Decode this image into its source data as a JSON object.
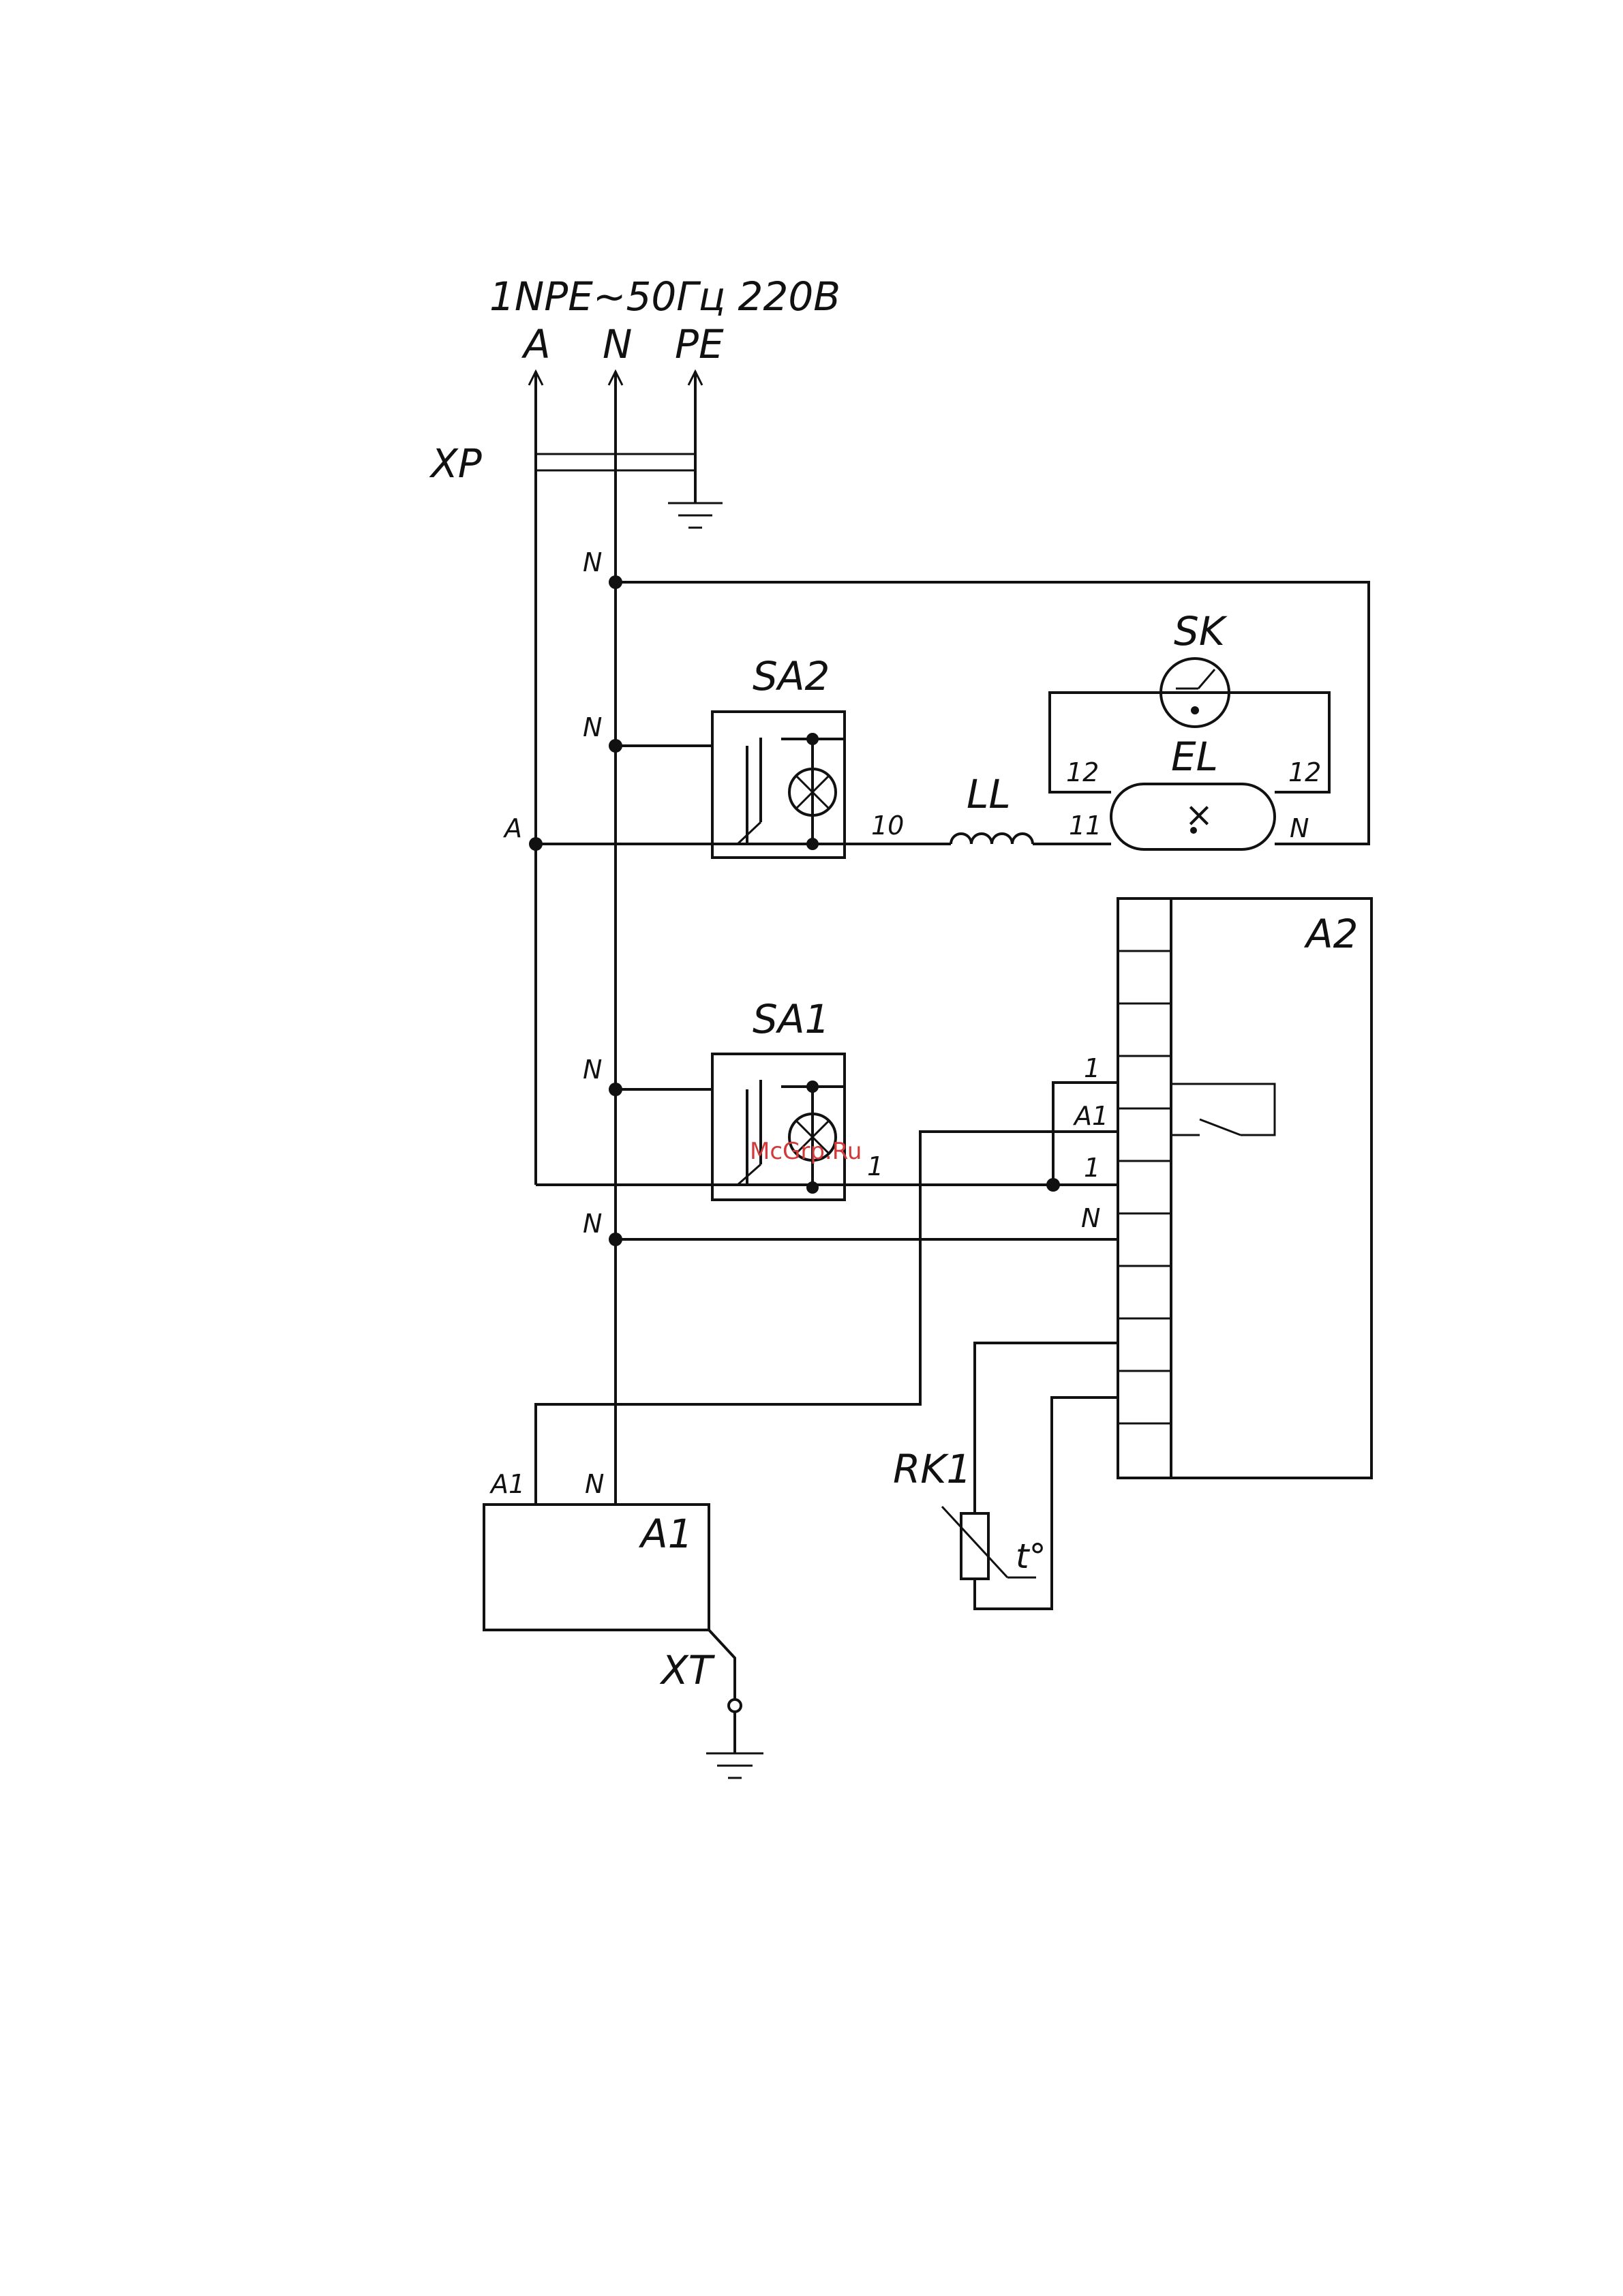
{
  "supply": {
    "title": "1NPE~50Гц 220В",
    "phase_a": "A",
    "neutral": "N",
    "pe": "PE"
  },
  "connectors": {
    "xp": "XP",
    "xt": "XT"
  },
  "node_labels": {
    "n1": "N",
    "n2": "N",
    "n3": "N",
    "n4": "N",
    "a": "A"
  },
  "switches": {
    "sa2": "SA2",
    "sa1": "SA1"
  },
  "lamp_circuit": {
    "ll": "LL",
    "sk": "SK",
    "el": "EL",
    "wire_10": "10",
    "wire_11": "11",
    "wire_12_left": "12",
    "wire_12_right": "12",
    "wire_n": "N"
  },
  "controller": {
    "a2": "A2",
    "pin_1_top": "1",
    "pin_a1": "A1",
    "pin_1": "1",
    "pin_n": "N"
  },
  "sa1_wire": "1",
  "sensor": {
    "rk1": "RK1",
    "temp_symbol": "t°"
  },
  "module_a1": {
    "label": "A1",
    "pin_a1": "A1",
    "pin_n": "N"
  },
  "watermark": "McGrp.Ru"
}
